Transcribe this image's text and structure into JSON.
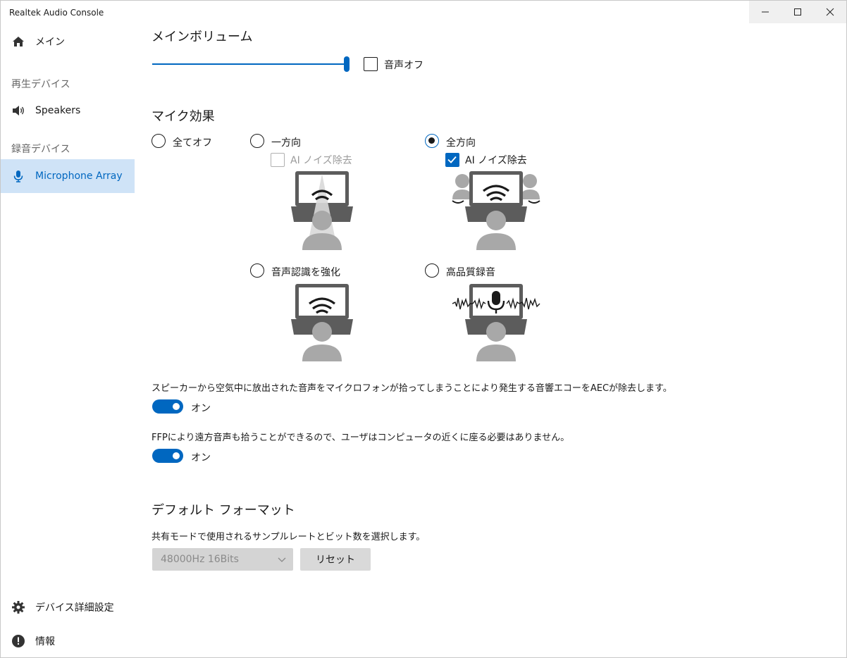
{
  "window": {
    "title": "Realtek Audio Console"
  },
  "sidebar": {
    "main_label": "メイン",
    "playback_section": "再生デバイス",
    "speakers_label": "Speakers",
    "recording_section": "録音デバイス",
    "microphone_label": "Microphone Array",
    "advanced_label": "デバイス詳細設定",
    "info_label": "情報"
  },
  "volume": {
    "title": "メインボリューム",
    "level": 1.0,
    "mute_label": "音声オフ",
    "muted": false
  },
  "mic_effects": {
    "title": "マイク効果",
    "options": [
      {
        "label": "全てオフ",
        "selected": false
      },
      {
        "label": "一方向",
        "selected": false
      },
      {
        "label": "全方向",
        "selected": true
      },
      {
        "label": "音声認識を強化",
        "selected": false
      },
      {
        "label": "高品質録音",
        "selected": false
      }
    ],
    "ai_noise_label_disabled": "AI ノイズ除去",
    "ai_noise_label": "AI ノイズ除去",
    "ai_noise_checked": true
  },
  "aec": {
    "description": "スピーカーから空気中に放出された音声をマイクロフォンが拾ってしまうことにより発生する音響エコーをAECが除去します。",
    "state_label": "オン",
    "on": true
  },
  "ffp": {
    "description": "FFPにより遠方音声も拾うことができるので、ユーザはコンピュータの近くに座る必要はありません。",
    "state_label": "オン",
    "on": true
  },
  "default_format": {
    "title": "デフォルト フォーマット",
    "description": "共有モードで使用されるサンプルレートとビット数を選択します。",
    "selected_value": "48000Hz 16Bits",
    "reset_label": "リセット"
  },
  "colors": {
    "accent": "#0067c0",
    "active_bg": "#cfe3f7"
  }
}
